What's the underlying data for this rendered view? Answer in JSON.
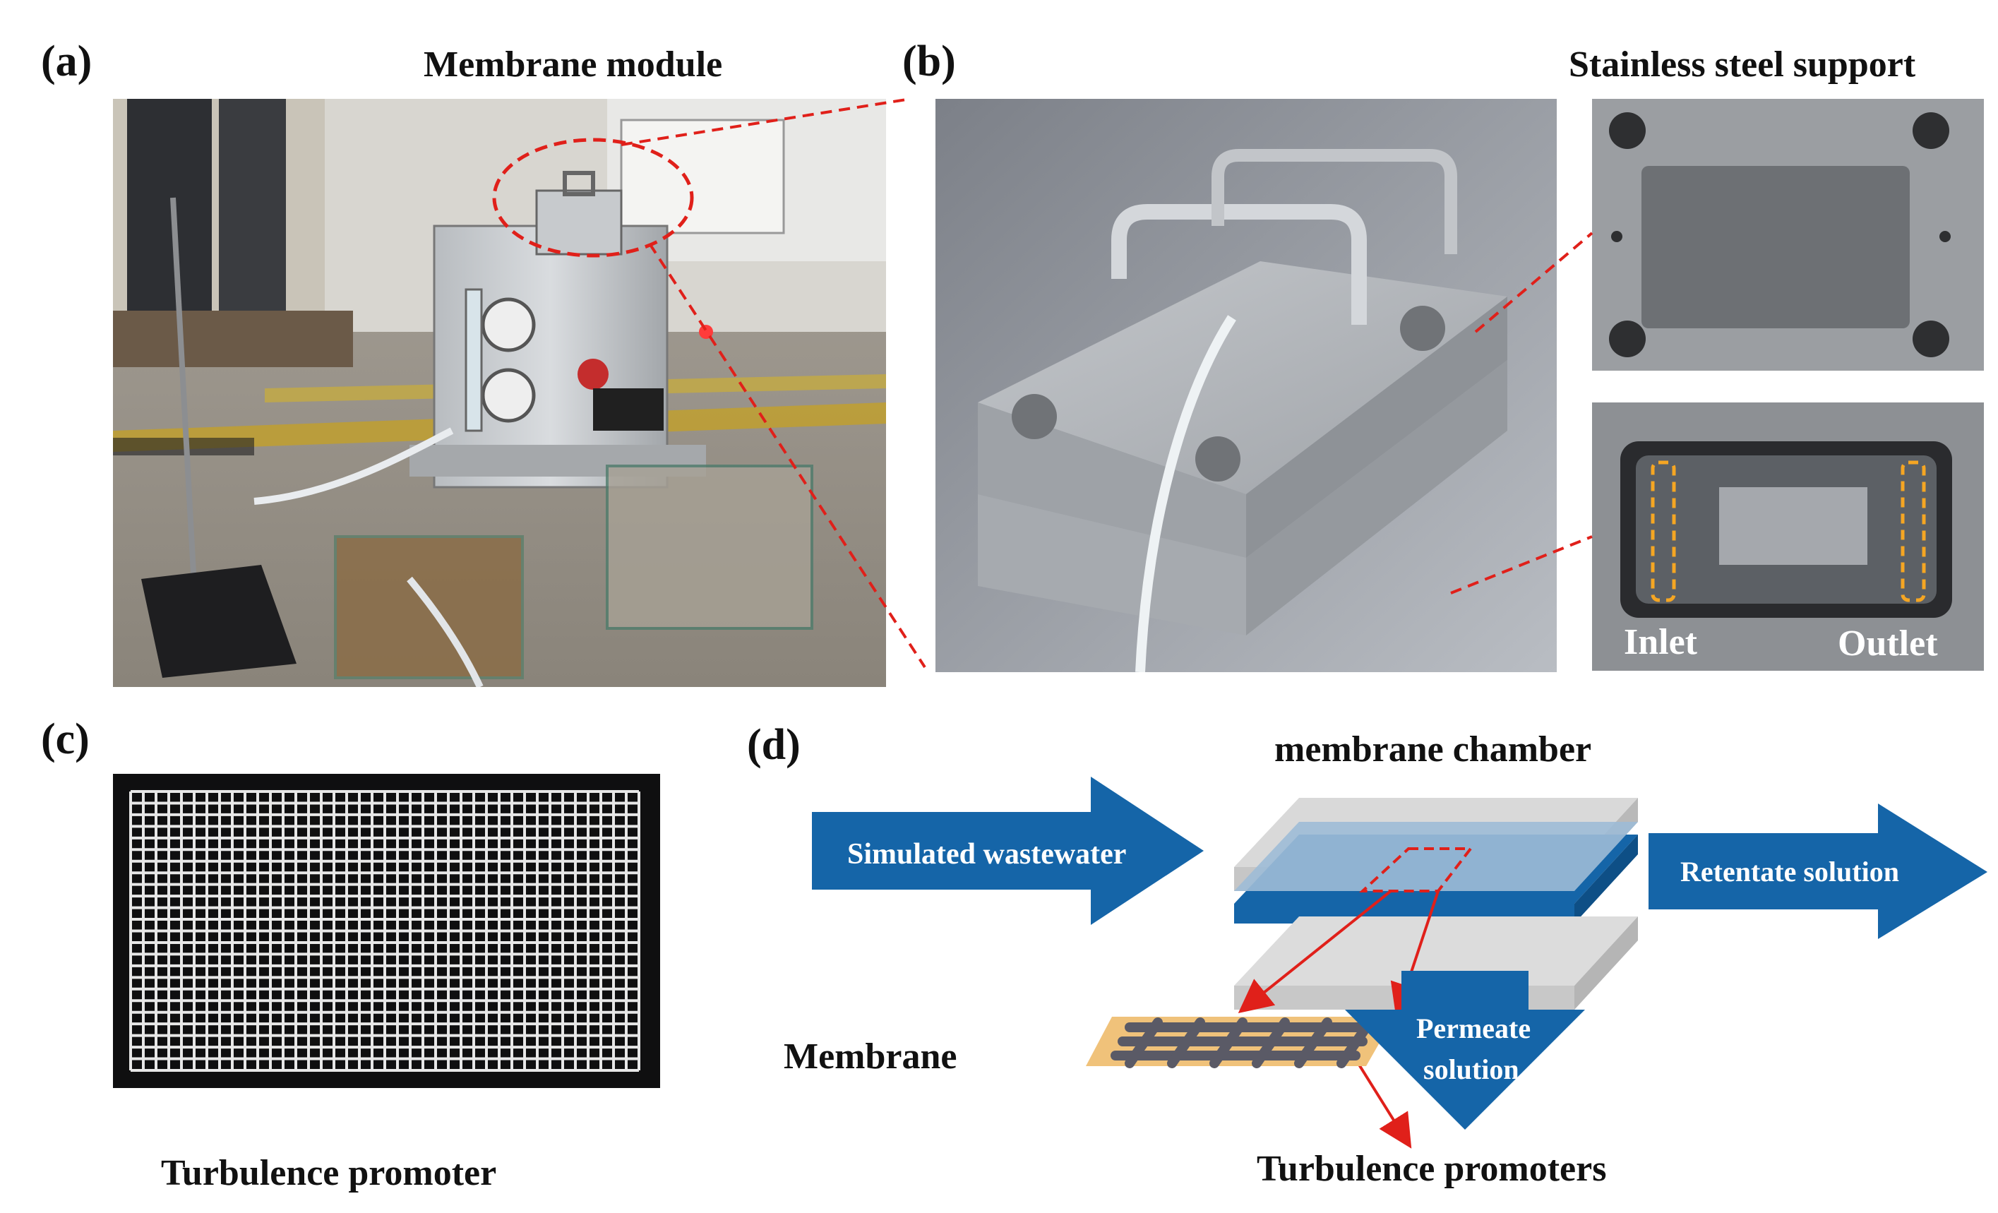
{
  "panels": {
    "a": {
      "letter": "(a)",
      "caption": "Membrane module"
    },
    "b": {
      "letter": "(b)",
      "caption": "Stainless steel support",
      "inlet": "Inlet",
      "outlet": "Outlet"
    },
    "c": {
      "letter": "(c)",
      "caption": "Turbulence promoter"
    },
    "d": {
      "letter": "(d)",
      "chamber": "membrane chamber",
      "feed": "Simulated wastewater",
      "retentate": "Retentate solution",
      "permeate_line1": "Permeate",
      "permeate_line2": "solution",
      "membrane": "Membrane",
      "promoters": "Turbulence promoters"
    }
  },
  "colors": {
    "arrow_blue": "#1565a8",
    "callout_red": "#e0201a",
    "orange_dash": "#f5a623",
    "membrane_tan": "#f0c27a"
  }
}
